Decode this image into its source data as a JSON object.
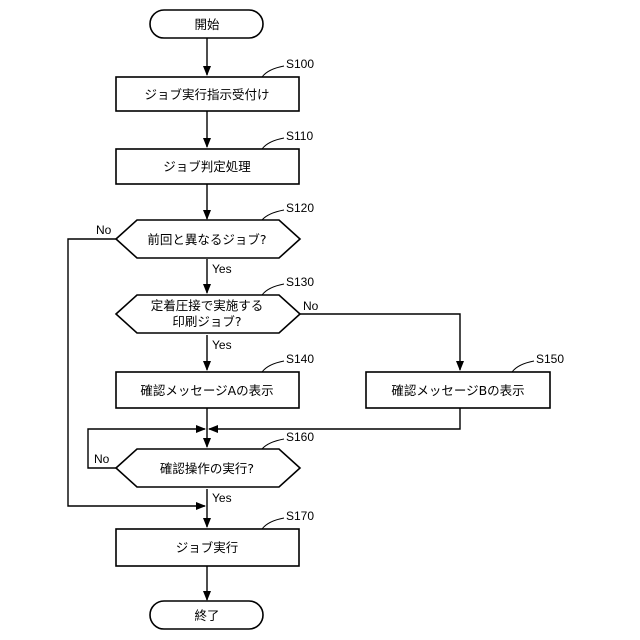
{
  "nodes": {
    "start": {
      "text": "開始"
    },
    "s100": {
      "text": "ジョブ実行指示受付け",
      "step": "S100"
    },
    "s110": {
      "text": "ジョブ判定処理",
      "step": "S110"
    },
    "s120": {
      "text": "前回と異なるジョブ?",
      "step": "S120"
    },
    "s130": {
      "line1": "定着圧接で実施する",
      "line2": "印刷ジョブ?",
      "step": "S130"
    },
    "s140": {
      "text": "確認メッセージAの表示",
      "step": "S140"
    },
    "s150": {
      "text": "確認メッセージBの表示",
      "step": "S150"
    },
    "s160": {
      "text": "確認操作の実行?",
      "step": "S160"
    },
    "s170": {
      "text": "ジョブ実行",
      "step": "S170"
    },
    "end": {
      "text": "終了"
    }
  },
  "branches": {
    "s120_no": "No",
    "s120_yes": "Yes",
    "s130_no": "No",
    "s130_yes": "Yes",
    "s160_no": "No",
    "s160_yes": "Yes"
  },
  "colors": {
    "stroke": "#000000",
    "fill": "#ffffff"
  }
}
